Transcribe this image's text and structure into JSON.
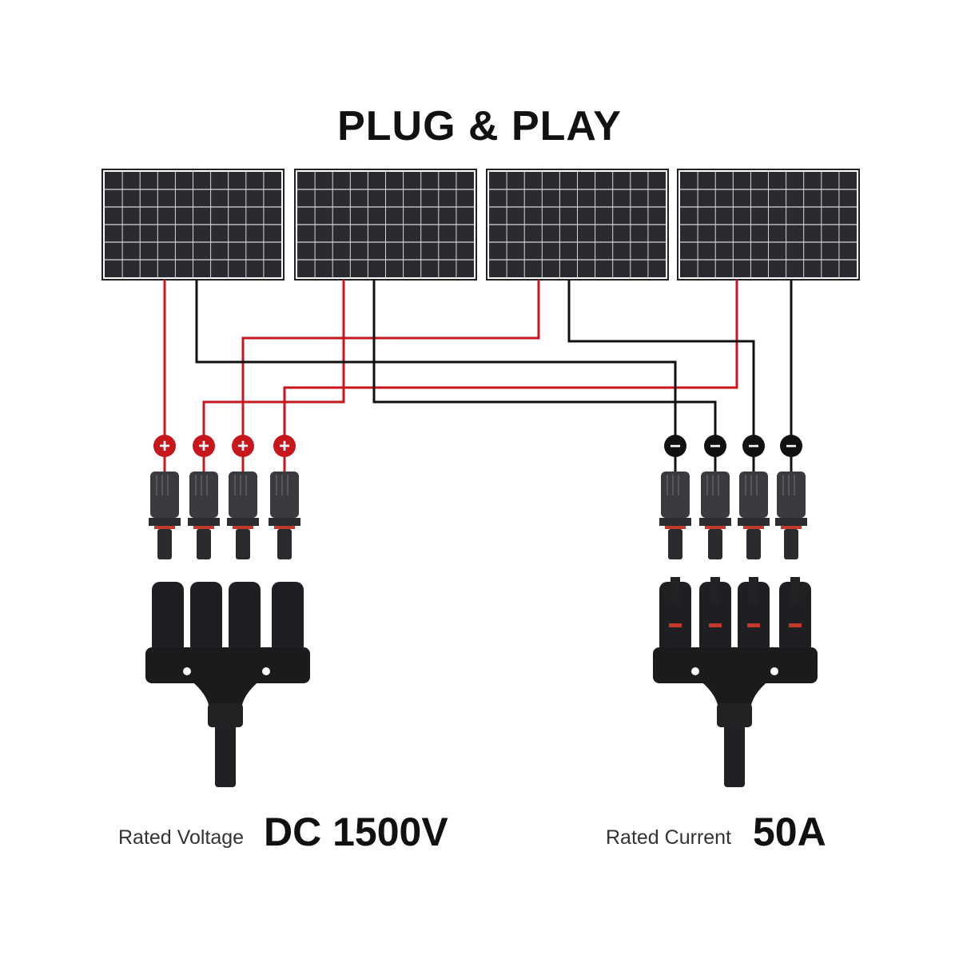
{
  "title": "PLUG & PLAY",
  "panels": 4,
  "positive_symbol": "+",
  "negative_symbol": "−",
  "voltage": {
    "label": "Rated Voltage",
    "value": "DC 1500V"
  },
  "current": {
    "label": "Rated Current",
    "value": "50A"
  },
  "colors": {
    "positive": "#c8161d",
    "negative": "#111111",
    "panel": "#2a2b30"
  }
}
